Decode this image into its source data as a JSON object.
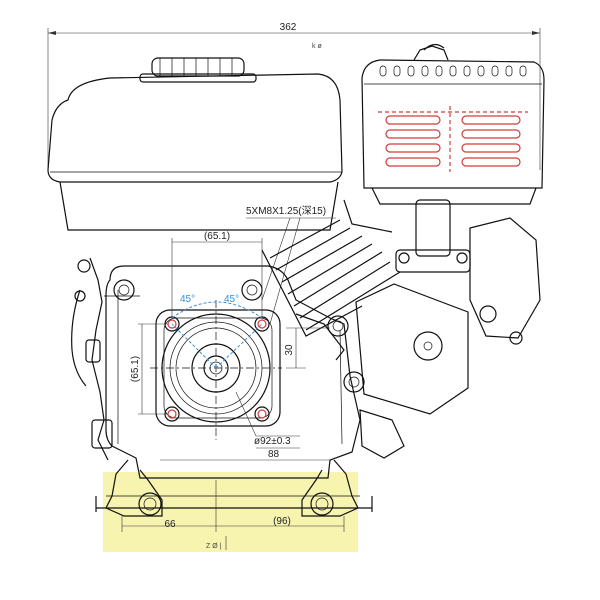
{
  "dimensions": {
    "overall_width": "362",
    "thread_callout": "5XM8X1.25(深15)",
    "bolt_spacing_horizontal": "(65.1)",
    "bolt_spacing_vertical": "(65.1)",
    "angle_left": "45°",
    "angle_right": "45°",
    "offset_30": "30",
    "pilot_diameter": "ø92±0.3",
    "flange_88": "88",
    "base_66": "66",
    "base_96": "(96)",
    "top_right_mark": "k  ø",
    "bottom_mark": "Z Ø |"
  },
  "colors": {
    "highlight": "#f4f2a0",
    "accent_red": "#d23c3c",
    "accent_blue": "#3a8fd6"
  }
}
